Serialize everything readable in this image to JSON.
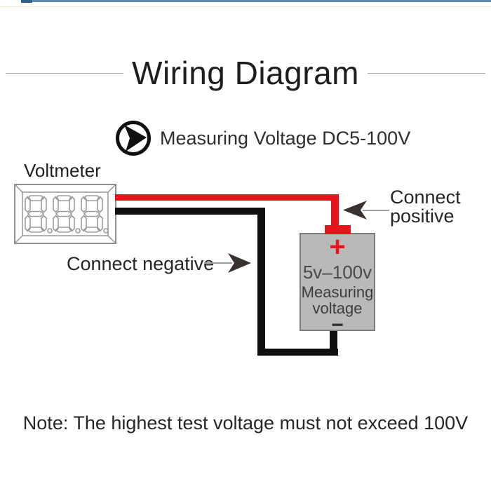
{
  "title": "Wiring Diagram",
  "subtitle": {
    "icon": "play-arrow-icon",
    "text": "Measuring Voltage DC5-100V"
  },
  "voltmeter": {
    "label": "Voltmeter",
    "display_value": "888",
    "display_type": "seven-segment"
  },
  "battery": {
    "positive_symbol": "+",
    "voltage_range": "5v–100v",
    "caption_line1": "Measuring",
    "caption_line2": "voltage",
    "negative_symbol": "−"
  },
  "annotations": {
    "positive_line1": "Connect",
    "positive_line2": "positive",
    "negative": "Connect negative"
  },
  "note": "Note: The highest test voltage must not exceed 100V",
  "colors": {
    "wire_positive": "#e8141c",
    "wire_negative": "#101010",
    "battery_fill": "#b9b9b9",
    "battery_border": "#7d7d7d",
    "top_bar": "#5d89ac",
    "top_bar_accent": "#2f618c",
    "text": "#2b2b2b"
  }
}
